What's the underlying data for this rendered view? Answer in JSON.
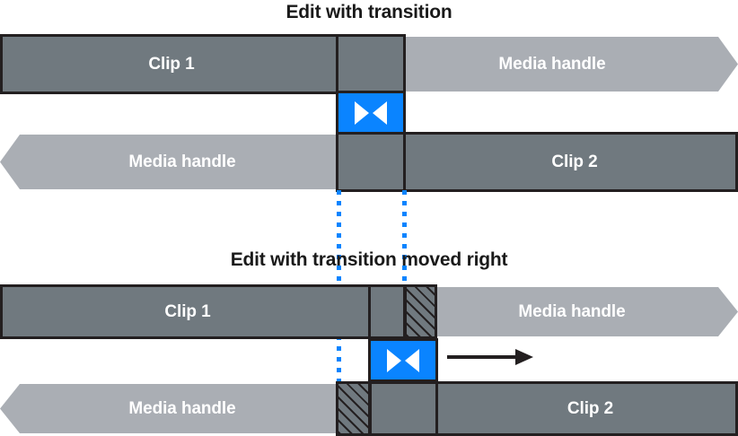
{
  "diagram": {
    "colors": {
      "clip_fill": "#70797f",
      "media_handle_fill": "#aaaeb4",
      "transition_blue": "#0a84ff",
      "outline": "#231f20",
      "guide_blue": "#0a84ff",
      "label_text": "#ffffff",
      "title_text": "#1a1a1a",
      "background": "#ffffff"
    },
    "sections": [
      {
        "id": "top",
        "title": "Edit with transition",
        "rows": [
          {
            "id": "upper",
            "clip_label": "Clip 1",
            "handle_label": "Media handle"
          },
          {
            "id": "lower",
            "clip_label": "Clip 2",
            "handle_label": "Media handle"
          }
        ],
        "transition": {
          "icon": "transition-bowtie-icon",
          "label": ""
        }
      },
      {
        "id": "bottom",
        "title": "Edit with transition moved right",
        "rows": [
          {
            "id": "upper",
            "clip_label": "Clip 1",
            "handle_label": "Media handle"
          },
          {
            "id": "lower",
            "clip_label": "Clip 2",
            "handle_label": "Media handle"
          }
        ],
        "transition": {
          "icon": "transition-bowtie-icon",
          "label": ""
        },
        "move_direction_icon": "arrow-right-icon"
      }
    ]
  }
}
